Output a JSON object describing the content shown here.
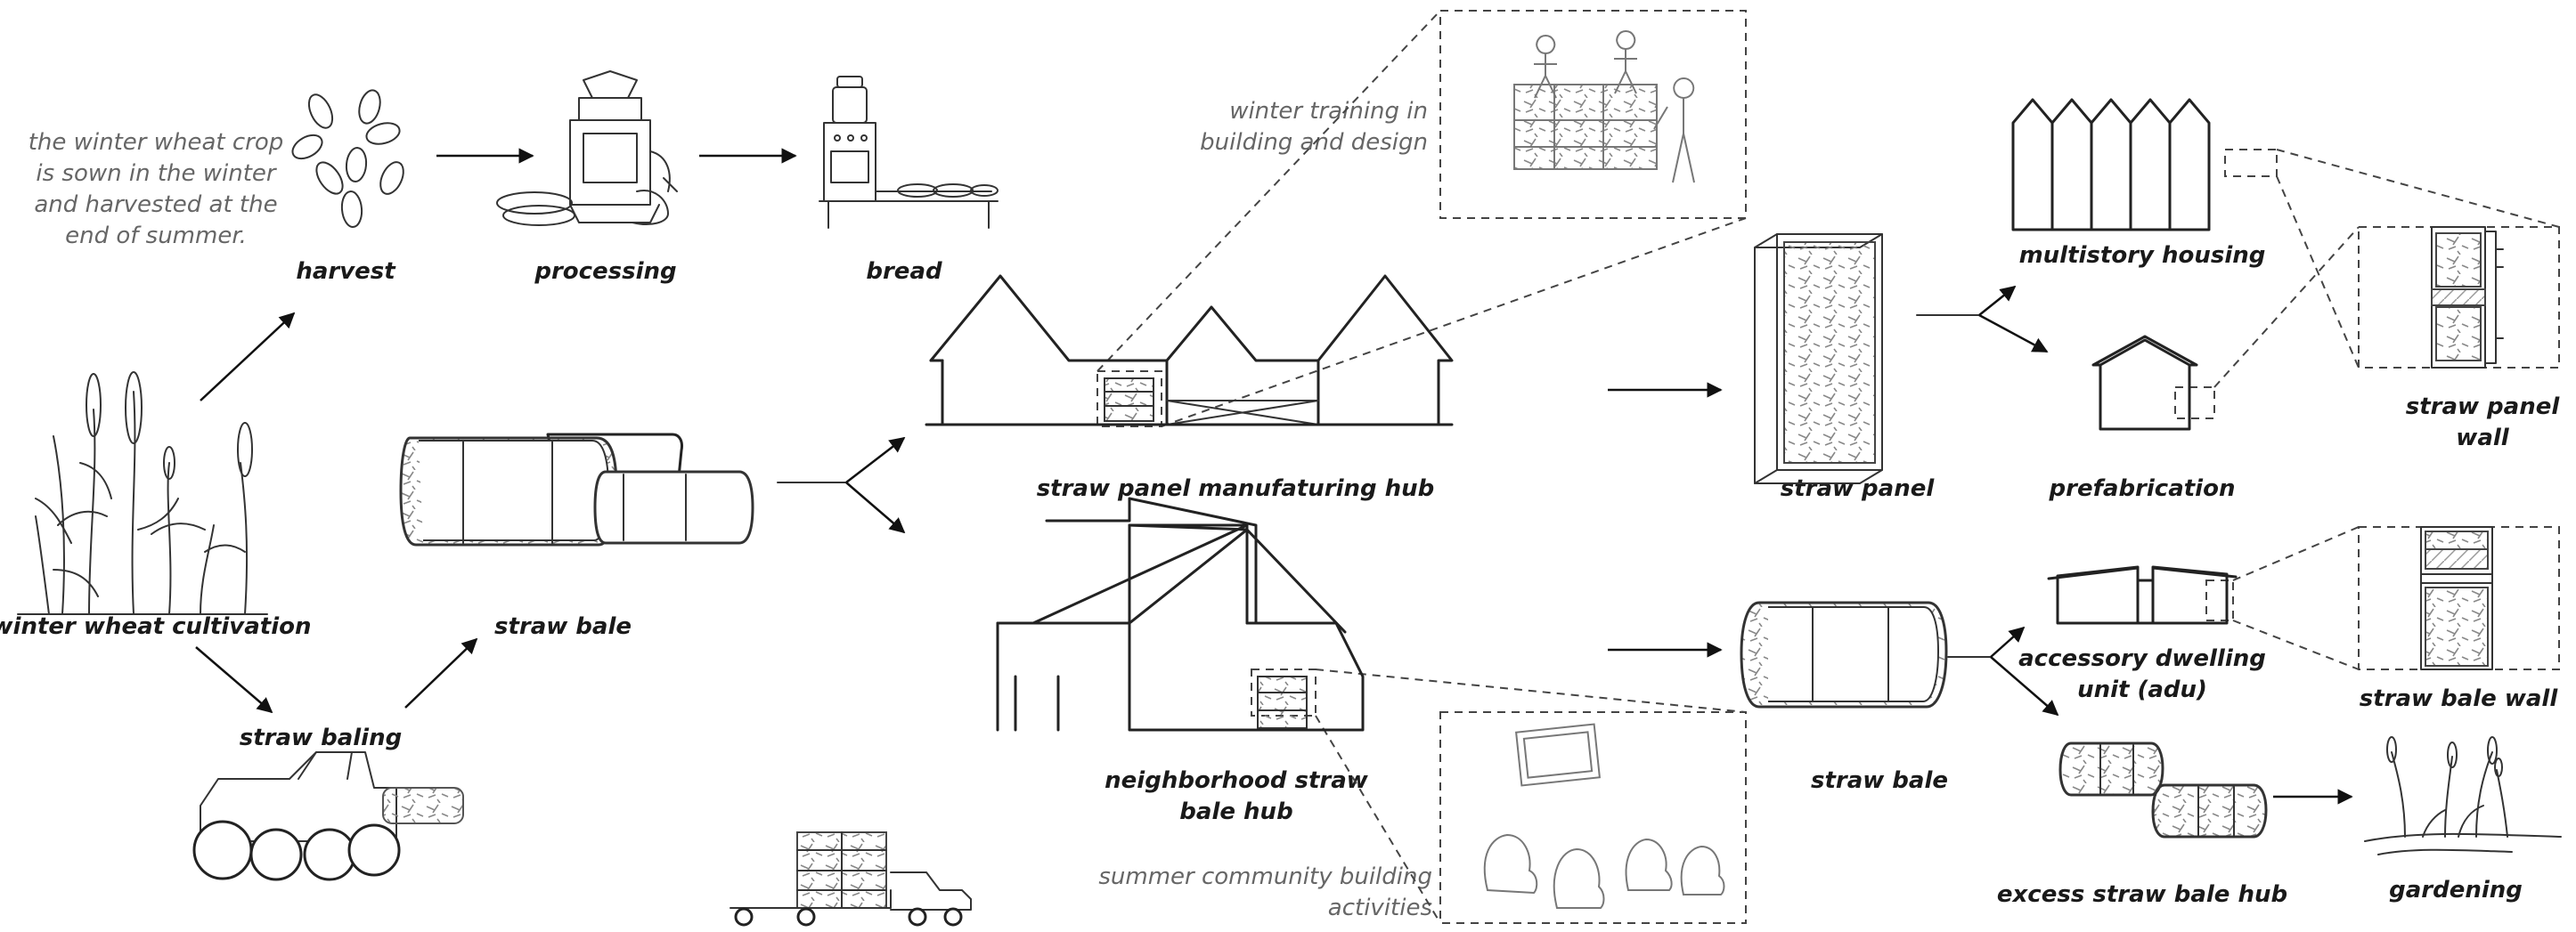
{
  "notes": {
    "winter_wheat": [
      "the winter wheat crop",
      "is sown in the winter",
      "and harvested at the",
      "end of summer."
    ],
    "winter_training": [
      "winter training in",
      "building and design"
    ],
    "summer_community": [
      "summer community building",
      "activities"
    ]
  },
  "labels": {
    "harvest": "harvest",
    "processing": "processing",
    "bread": "bread",
    "winter_wheat_cultivation": "winter wheat cultivation",
    "straw_baling": "straw baling",
    "straw_bale_left": "straw bale",
    "panel_hub": "straw panel manufaturing hub",
    "neighborhood_hub": [
      "neighborhood straw",
      "bale hub"
    ],
    "straw_panel": "straw panel",
    "straw_bale_right": "straw bale",
    "multistory_housing": "multistory housing",
    "prefabrication": "prefabrication",
    "straw_panel_wall": [
      "straw panel",
      "wall"
    ],
    "adu": [
      "accessory dwelling",
      "unit (adu)"
    ],
    "straw_bale_wall": "straw bale wall",
    "excess_hub": "excess straw bale hub",
    "gardening": "gardening"
  },
  "icons": [
    "wheat-grains-icon",
    "grain-mill-icon",
    "bread-oven-icon",
    "wheat-plants-icon",
    "tractor-baler-icon",
    "straw-bales-icon",
    "truck-icon",
    "panel-factory-icon",
    "workers-sketch-icon",
    "community-sketch-icon",
    "bale-hub-house-icon",
    "straw-panel-icon",
    "multistory-housing-icon",
    "prefab-house-icon",
    "panel-wall-detail-icon",
    "bale-icon",
    "adu-icon",
    "bale-wall-detail-icon",
    "excess-bales-icon",
    "garden-plants-icon"
  ]
}
